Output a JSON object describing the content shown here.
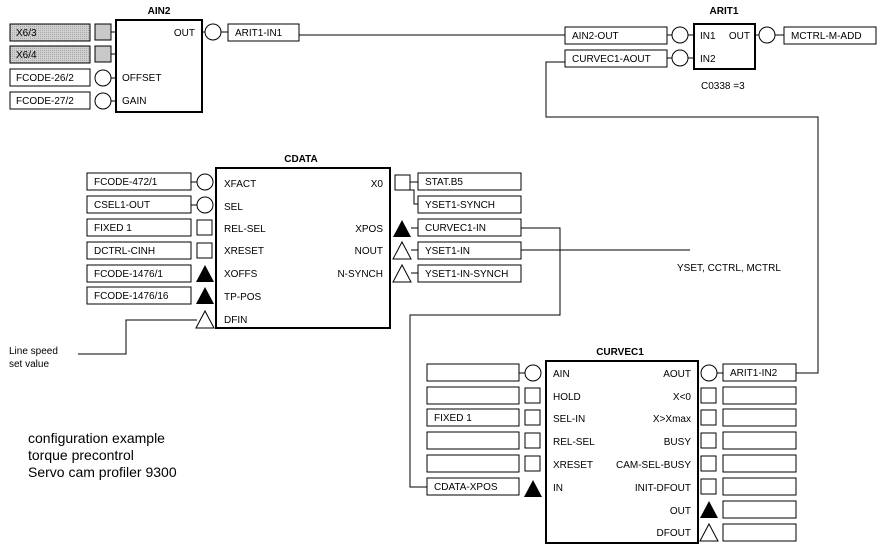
{
  "blocks": {
    "ain2": {
      "title": "AIN2",
      "pins": {
        "out": "OUT",
        "offset": "OFFSET",
        "gain": "GAIN"
      },
      "inputs": [
        "X6/3",
        "X6/4",
        "FCODE-26/2",
        "FCODE-27/2"
      ],
      "outputs": [
        "ARIT1-IN1"
      ]
    },
    "arit1": {
      "title": "ARIT1",
      "pins": {
        "in1": "IN1",
        "in2": "IN2",
        "out": "OUT"
      },
      "inputs": [
        "AIN2-OUT",
        "CURVEC1-AOUT"
      ],
      "outputs": [
        "MCTRL-M-ADD"
      ],
      "code": "C0338 =3"
    },
    "cdata": {
      "title": "CDATA",
      "in_pins": [
        "XFACT",
        "SEL",
        "REL-SEL",
        "XRESET",
        "XOFFS",
        "TP-POS",
        "DFIN"
      ],
      "out_pins": [
        "X0",
        "XPOS",
        "NOUT",
        "N-SYNCH"
      ],
      "inputs": [
        "FCODE-472/1",
        "CSEL1-OUT",
        "FIXED 1",
        "DCTRL-CINH",
        "FCODE-1476/1",
        "FCODE-1476/16"
      ],
      "outputs": [
        "STAT.B5",
        "YSET1-SYNCH",
        "CURVEC1-IN",
        "YSET1-IN",
        "YSET1-IN-SYNCH"
      ]
    },
    "curvec1": {
      "title": "CURVEC1",
      "in_pins": [
        "AIN",
        "HOLD",
        "SEL-IN",
        "REL-SEL",
        "XRESET",
        "IN"
      ],
      "out_pins": [
        "AOUT",
        "X<0",
        "X>Xmax",
        "BUSY",
        "CAM-SEL-BUSY",
        "INIT-DFOUT",
        "OUT",
        "DFOUT"
      ],
      "inputs": [
        "",
        "",
        "FIXED 1",
        "",
        "",
        "CDATA-XPOS"
      ],
      "outputs": [
        "ARIT1-IN2",
        "",
        "",
        "",
        "",
        "",
        "",
        ""
      ]
    }
  },
  "labels": {
    "yset_targets": "YSET, CCTRL, MCTRL",
    "line_speed": [
      "Line speed",
      "set value"
    ]
  },
  "notes": [
    "configuration example",
    "torque precontrol",
    "Servo cam profiler 9300"
  ],
  "colors": {
    "stroke": "#000000",
    "grey_box": "#c8c8c8",
    "background": "#ffffff"
  }
}
